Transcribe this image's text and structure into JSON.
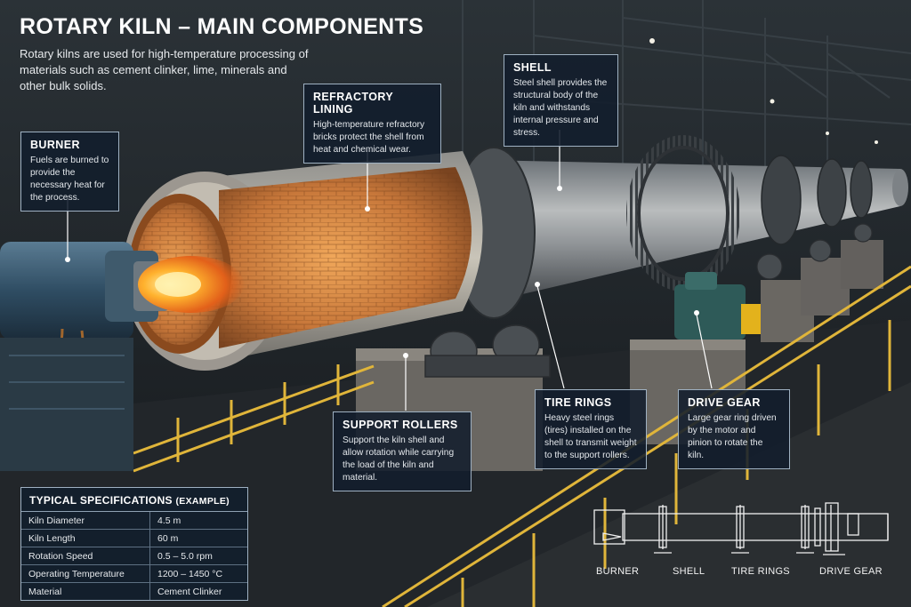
{
  "title": "ROTARY KILN – MAIN COMPONENTS",
  "subtitle": "Rotary kilns are used for high-temperature processing of materials such as cement clinker, lime, minerals and other bulk solids.",
  "callouts": {
    "burner": {
      "title": "BURNER",
      "body": "Fuels are burned to provide the necessary heat for the process."
    },
    "refractory_lining": {
      "title": "REFRACTORY LINING",
      "body": "High-temperature refractory bricks protect the shell from heat and chemical wear."
    },
    "shell": {
      "title": "SHELL",
      "body": "Steel shell provides the structural body of the kiln and withstands internal pressure and stress."
    },
    "support_rollers": {
      "title": "SUPPORT ROLLERS",
      "body": "Support the kiln shell and allow rotation while carrying the load of the kiln and material."
    },
    "tire_rings": {
      "title": "TIRE RINGS",
      "body": "Heavy steel rings (tires) installed on the shell to transmit weight to the support rollers."
    },
    "drive_gear": {
      "title": "DRIVE GEAR",
      "body": "Large gear ring driven by the motor and pinion to rotate the kiln."
    }
  },
  "specs": {
    "title": "TYPICAL SPECIFICATIONS",
    "title_suffix": "(EXAMPLE)",
    "rows": [
      {
        "label": "Kiln Diameter",
        "value": "4.5 m"
      },
      {
        "label": "Kiln Length",
        "value": "60 m"
      },
      {
        "label": "Rotation Speed",
        "value": "0.5 – 5.0 rpm"
      },
      {
        "label": "Operating Temperature",
        "value": "1200 – 1450 °C"
      },
      {
        "label": "Material",
        "value": "Cement Clinker"
      }
    ]
  },
  "diagram_labels": {
    "burner": "BURNER",
    "shell": "SHELL",
    "tire_rings": "TIRE RINGS",
    "drive_gear": "DRIVE GEAR"
  },
  "colors": {
    "panel_bg": "#121e2c",
    "panel_border": "#9fb1c2",
    "railing": "#e0b53a",
    "flame": "#ff9a1f"
  }
}
